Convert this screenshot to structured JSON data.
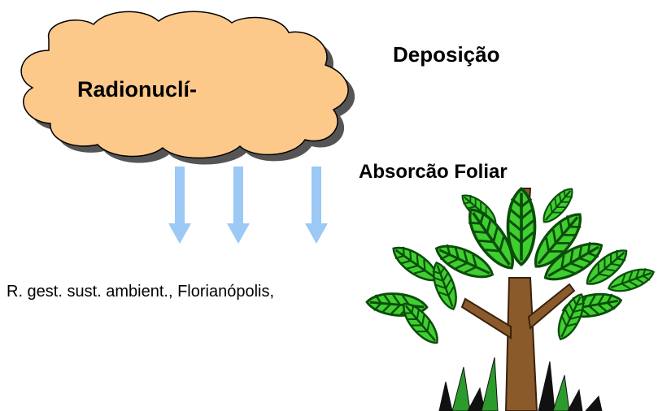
{
  "cloud": {
    "label": "Radionuclí-",
    "fill": "#fcc98a",
    "shadow": "#555555"
  },
  "deposition_label": "Deposição",
  "foliar_absorption_label": "Absorcão Foliar",
  "citation": "R. gest. sust. ambient., Florianópolis,",
  "arrows": {
    "color": "#9cc9f5",
    "count": 3
  },
  "tree": {
    "trunk_color": "#8b5a2b",
    "leaf_color": "#3fcf2f",
    "leaf_dark": "#0b4d0b"
  }
}
